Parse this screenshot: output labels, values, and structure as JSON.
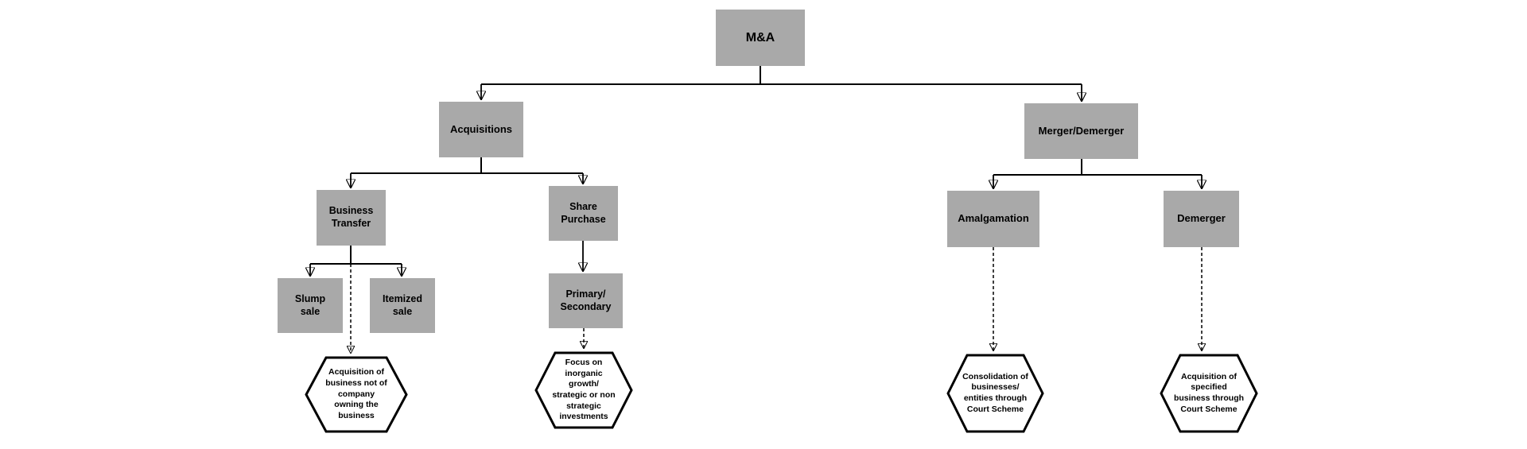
{
  "diagram": {
    "root": {
      "label": "M&A"
    },
    "nodes": {
      "acquisitions": {
        "label": "Acquisitions"
      },
      "merger_demerger": {
        "label": "Merger/Demerger"
      },
      "business_transfer": {
        "label": "Business\nTransfer"
      },
      "share_purchase": {
        "label": "Share\nPurchase"
      },
      "slump_sale": {
        "label": "Slump\nsale"
      },
      "itemized_sale": {
        "label": "Itemized\nsale"
      },
      "primary_secondary": {
        "label": "Primary/\nSecondary"
      },
      "amalgamation": {
        "label": "Amalgamation"
      },
      "demerger": {
        "label": "Demerger"
      }
    },
    "callouts": {
      "business_transfer": {
        "text": "Acquisition of\nbusiness not of\ncompany\nowning the\nbusiness"
      },
      "primary_secondary": {
        "text": "Focus on\ninorganic\ngrowth/\nstrategic or non\nstrategic\ninvestments"
      },
      "amalgamation": {
        "text": "Consolidation of\nbusinesses/\nentities through\nCourt Scheme"
      },
      "demerger": {
        "text": "Acquisition of\nspecified\nbusiness through\nCourt Scheme"
      }
    },
    "hierarchy": [
      {
        "parent": "M&A",
        "children": [
          "Acquisitions",
          "Merger/Demerger"
        ]
      },
      {
        "parent": "Acquisitions",
        "children": [
          "Business Transfer",
          "Share Purchase"
        ]
      },
      {
        "parent": "Business Transfer",
        "children": [
          "Slump sale",
          "Itemized sale"
        ]
      },
      {
        "parent": "Share Purchase",
        "children": [
          "Primary/Secondary"
        ]
      },
      {
        "parent": "Merger/Demerger",
        "children": [
          "Amalgamation",
          "Demerger"
        ]
      }
    ],
    "colors": {
      "node_fill": "#a9a9a9",
      "node_text": "#000000",
      "connector": "#000000",
      "callout_fill": "#ffffff",
      "callout_border": "#000000",
      "background": "#ffffff"
    }
  }
}
